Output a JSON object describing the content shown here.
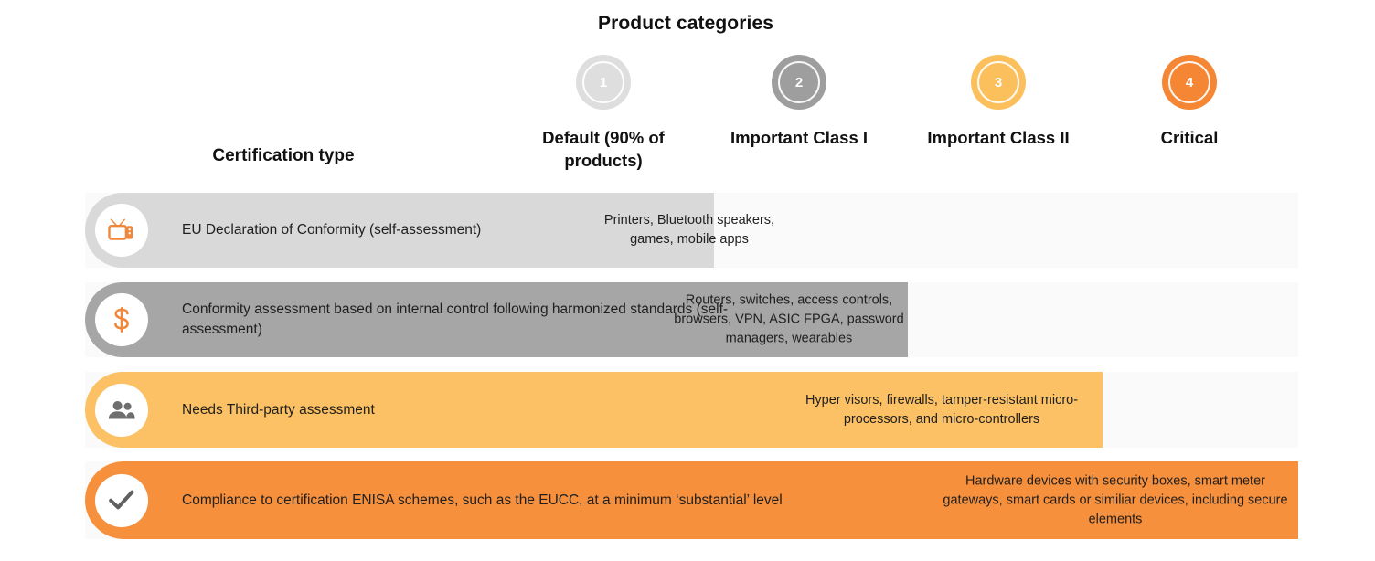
{
  "chart_data": {
    "type": "table",
    "title": "Product categories",
    "row_header_label": "Certification type",
    "categories": [
      "Default (90% of products)",
      "Important Class I",
      "Important Class II",
      "Critical"
    ],
    "category_numbers": [
      "1",
      "2",
      "3",
      "4"
    ],
    "category_colors": [
      "#dedede",
      "#9e9e9e",
      "#fbbf5c",
      "#f58634"
    ],
    "rows": [
      {
        "certification": "EU Declaration of Conformity (self-assessment)",
        "span_categories": [
          "Default (90% of products)"
        ],
        "products": "Printers, Bluetooth speakers, games, mobile apps",
        "color": "#d9d9d9",
        "icon": "tv-icon"
      },
      {
        "certification": "Conformity assessment based on internal control following harmonized standards (self-assessment)",
        "span_categories": [
          "Default (90% of products)",
          "Important Class I"
        ],
        "products": "Routers, switches, access controls, browsers, VPN, ASIC FPGA, password managers, wearables",
        "color": "#a6a6a6",
        "icon": "dollar-icon"
      },
      {
        "certification": "Needs Third-party assessment",
        "span_categories": [
          "Default (90% of products)",
          "Important Class I",
          "Important Class II"
        ],
        "products": "Hyper visors, firewalls, tamper-resistant micro-processors, and micro-controllers",
        "color": "#fbc164",
        "icon": "people-icon"
      },
      {
        "certification": "Compliance to certification ENISA schemes, such as the EUCC, at a minimum ‘substantial’ level",
        "span_categories": [
          "Default (90% of products)",
          "Important Class I",
          "Important Class II",
          "Critical"
        ],
        "products": "Hardware devices with security boxes, smart meter gateways, smart cards or similiar devices, including secure elements",
        "color": "#f7903d",
        "icon": "check-icon"
      }
    ],
    "track_color": "#fafafa",
    "legend": "none",
    "grid": false
  },
  "header": {
    "title": "Product categories",
    "cert_type_label": "Certification type",
    "columns": [
      {
        "number": "1",
        "label": "Default (90% of products)",
        "color": "#dedede"
      },
      {
        "number": "2",
        "label": "Important Class I",
        "color": "#9e9e9e"
      },
      {
        "number": "3",
        "label": "Important Class II",
        "color": "#fbbf5c"
      },
      {
        "number": "4",
        "label": "Critical",
        "color": "#f58634"
      }
    ]
  },
  "rows": [
    {
      "icon": "tv-icon",
      "certification": "EU Declaration of Conformity (self-assessment)",
      "products": "Printers, Bluetooth speakers, games, mobile apps",
      "bar_color": "#d9d9d9"
    },
    {
      "icon": "dollar-icon",
      "certification": "Conformity assessment based on internal control following harmonized standards (self-assessment)",
      "products": "Routers, switches, access controls, browsers, VPN, ASIC FPGA, password managers, wearables",
      "bar_color": "#a6a6a6"
    },
    {
      "icon": "people-icon",
      "certification": "Needs Third-party assessment",
      "products": "Hyper visors, firewalls, tamper-resistant micro-processors, and micro-controllers",
      "bar_color": "#fbc164"
    },
    {
      "icon": "check-icon",
      "certification": "Compliance to certification ENISA schemes, such as the EUCC, at a minimum ‘substantial’ level",
      "products": "Hardware devices with security boxes, smart meter gateways, smart cards or similiar devices, including secure elements",
      "bar_color": "#f7903d"
    }
  ]
}
